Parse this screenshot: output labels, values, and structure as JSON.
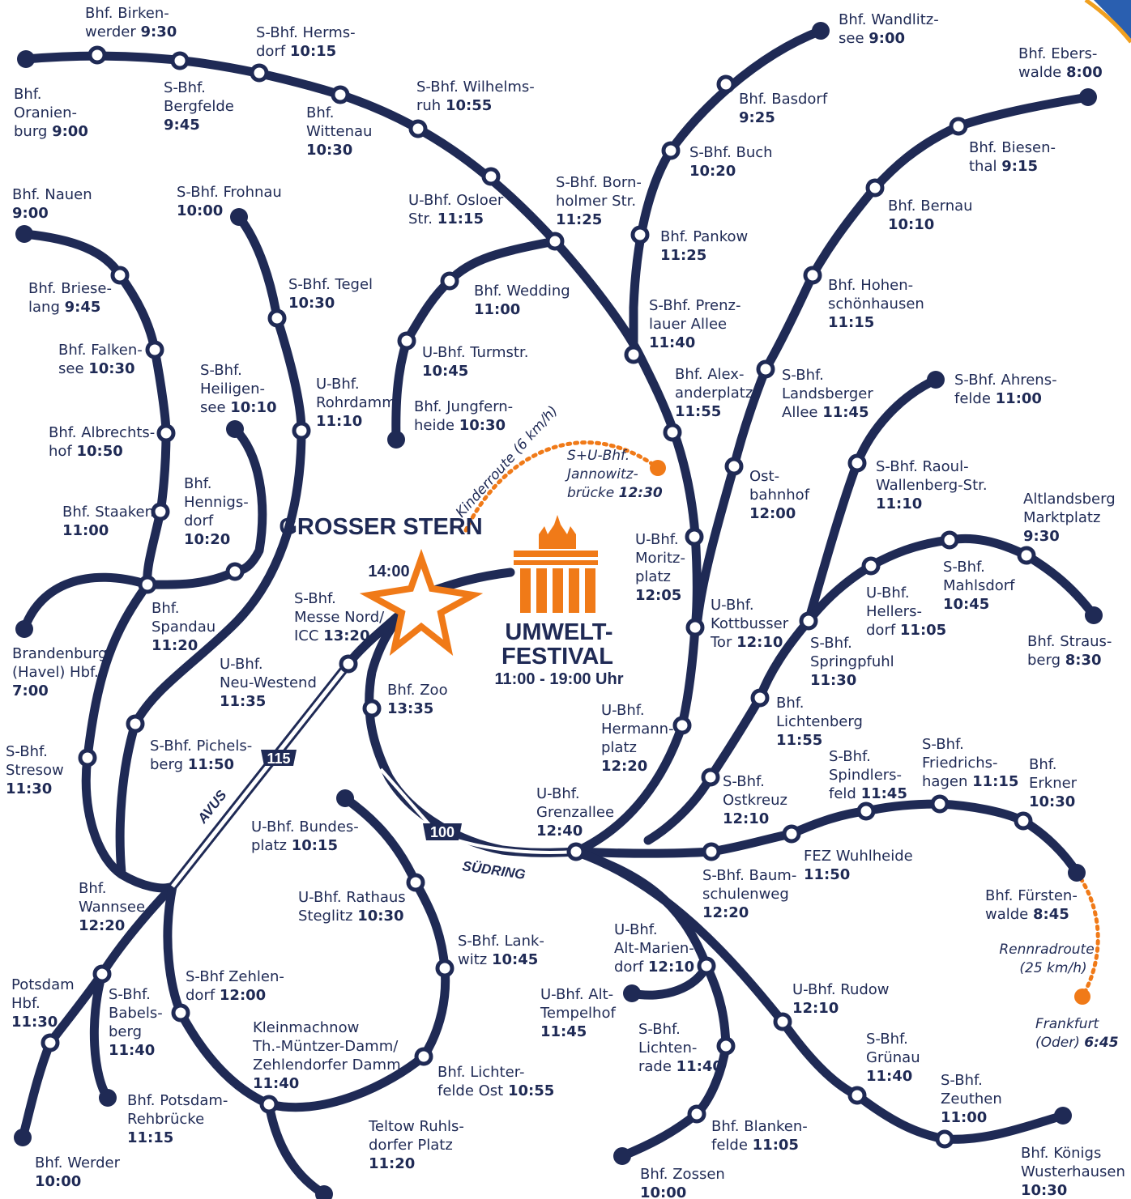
{
  "event": {
    "start_name": "GROSSER STERN",
    "start_time": "14:00",
    "festival_line1": "UMWELT-",
    "festival_line2": "FESTIVAL",
    "hours": "11:00 - 19:00 Uhr"
  },
  "routes": {
    "kinderroute": "Kinderroute (6 km/h)",
    "rennradroute_line1": "Rennradroute",
    "rennradroute_line2": "(25 km/h)",
    "avus": "AVUS",
    "avus_shield": "115",
    "suedring": "SÜDRING",
    "suedring_shield": "100"
  },
  "stations": {
    "oranienburg": [
      "Bhf.",
      "Oranien-",
      "burg 9:00"
    ],
    "birkenwerder": [
      "Bhf. Birken-",
      "werder 9:30"
    ],
    "bergfelde": [
      "S-Bhf.",
      "Bergfelde",
      "9:45"
    ],
    "hermsdorf": [
      "S-Bhf. Herms-",
      "dorf 10:15"
    ],
    "wittenau": [
      "Bhf.",
      "Wittenau",
      "10:30"
    ],
    "wilhelmsruh": [
      "S-Bhf. Wilhelms-",
      "ruh 10:55"
    ],
    "osloer": [
      "U-Bhf. Osloer",
      "Str. 11:15"
    ],
    "bornholmer": [
      "S-Bhf. Born-",
      "holmer Str.",
      "11:25"
    ],
    "wandlitzsee": [
      "Bhf. Wandlitz-",
      "see 9:00"
    ],
    "basdorf": [
      "Bhf. Basdorf",
      "9:25"
    ],
    "buch": [
      "S-Bhf. Buch",
      "10:20"
    ],
    "pankow": [
      "Bhf. Pankow",
      "11:25"
    ],
    "prenzlauer": [
      "S-Bhf. Prenz-",
      "lauer Allee",
      "11:40"
    ],
    "eberswalde": [
      "Bhf. Ebers-",
      "walde 8:00"
    ],
    "biesenthal": [
      "Bhf. Biesen-",
      "thal 9:15"
    ],
    "bernau": [
      "Bhf. Bernau",
      "10:10"
    ],
    "hohenschoenhausen": [
      "Bhf. Hohen-",
      "schönhausen",
      "11:15"
    ],
    "landsberger": [
      "S-Bhf.",
      "Landsberger",
      "Allee 11:45"
    ],
    "alexanderplatz": [
      "Bhf. Alex-",
      "anderplatz",
      "11:55"
    ],
    "nauen": [
      "Bhf. Nauen",
      "9:00"
    ],
    "brieselang": [
      "Bhf. Briese-",
      "lang 9:45"
    ],
    "falkensee": [
      "Bhf. Falken-",
      "see 10:30"
    ],
    "albrechtshof": [
      "Bhf. Albrechts-",
      "hof 10:50"
    ],
    "staaken": [
      "Bhf. Staaken",
      "11:00"
    ],
    "frohnau": [
      "S-Bhf. Frohnau",
      "10:00"
    ],
    "tegel": [
      "S-Bhf. Tegel",
      "10:30"
    ],
    "heiligensee": [
      "S-Bhf.",
      "Heiligen-",
      "see 10:10"
    ],
    "hennigsdorf": [
      "Bhf.",
      "Hennigs-",
      "dorf",
      "10:20"
    ],
    "rohrdamm": [
      "U-Bhf.",
      "Rohrdamm",
      "11:10"
    ],
    "wedding": [
      "Bhf. Wedding",
      "11:00"
    ],
    "turmstr": [
      "U-Bhf. Turmstr.",
      "10:45"
    ],
    "jungfernheide": [
      "Bhf. Jungfern-",
      "heide 10:30"
    ],
    "jannowitz": [
      "S+U-Bhf.",
      "Jannowitz-",
      "brücke 12:30"
    ],
    "ahrensfelde": [
      "S-Bhf. Ahrens-",
      "felde 11:00"
    ],
    "raoul": [
      "S-Bhf. Raoul-",
      "Wallenberg-Str.",
      "11:10"
    ],
    "ostbahnhof": [
      "Ost-",
      "bahnhof",
      "12:00"
    ],
    "moritzplatz": [
      "U-Bhf.",
      "Moritz-",
      "platz",
      "12:05"
    ],
    "kottbusser": [
      "U-Bhf.",
      "Kottbusser",
      "Tor 12:10"
    ],
    "altlandsberg": [
      "Altlandsberg",
      "Marktplatz",
      "9:30"
    ],
    "mahlsdorf": [
      "S-Bhf.",
      "Mahlsdorf",
      "10:45"
    ],
    "hellersdorf": [
      "U-Bhf.",
      "Hellers-",
      "dorf 11:05"
    ],
    "strausberg": [
      "Bhf. Straus-",
      "berg 8:30"
    ],
    "springpfuhl": [
      "S-Bhf.",
      "Springpfuhl",
      "11:30"
    ],
    "lichtenberg": [
      "Bhf.",
      "Lichtenberg",
      "11:55"
    ],
    "brandenburg": [
      "Brandenburg",
      "(Havel) Hbf.",
      "7:00"
    ],
    "spandau": [
      "Bhf.",
      "Spandau",
      "11:20"
    ],
    "messe": [
      "S-Bhf.",
      "Messe Nord/",
      "ICC 13:20"
    ],
    "neuwestend": [
      "U-Bhf.",
      "Neu-Westend",
      "11:35"
    ],
    "zoo": [
      "Bhf. Zoo",
      "13:35"
    ],
    "hermannplatz": [
      "U-Bhf.",
      "Hermann-",
      "platz",
      "12:20"
    ],
    "stresow": [
      "S-Bhf.",
      "Stresow",
      "11:30"
    ],
    "pichelsberg": [
      "S-Bhf. Pichels-",
      "berg 11:50"
    ],
    "ostkreuz": [
      "S-Bhf.",
      "Ostkreuz",
      "12:10"
    ],
    "spindlersfeld": [
      "S-Bhf.",
      "Spindlers-",
      "feld 11:45"
    ],
    "friedrichshagen": [
      "S-Bhf.",
      "Friedrichs-",
      "hagen 11:15"
    ],
    "erkner": [
      "Bhf.",
      "Erkner",
      "10:30"
    ],
    "bundesplatz": [
      "U-Bhf. Bundes-",
      "platz 10:15"
    ],
    "grenzallee": [
      "U-Bhf.",
      "Grenzallee",
      "12:40"
    ],
    "baumschulenweg": [
      "S-Bhf. Baum-",
      "schulenweg",
      "12:20"
    ],
    "fez": [
      "FEZ Wuhlheide",
      "11:50"
    ],
    "fuerstenwalde": [
      "Bhf. Fürsten-",
      "walde 8:45"
    ],
    "wannsee": [
      "Bhf.",
      "Wannsee",
      "12:20"
    ],
    "rathaus_steglitz": [
      "U-Bhf. Rathaus",
      "Steglitz 10:30"
    ],
    "lankwitz": [
      "S-Bhf. Lank-",
      "witz 10:45"
    ],
    "altmariendorf": [
      "U-Bhf.",
      "Alt-Marien-",
      "dorf 12:10"
    ],
    "potsdam": [
      "Potsdam",
      "Hbf.",
      "11:30"
    ],
    "babelsberg": [
      "S-Bhf.",
      "Babels-",
      "berg",
      "11:40"
    ],
    "zehlendorf": [
      "S-Bhf  Zehlen-",
      "dorf 12:00"
    ],
    "alttempelhof": [
      "U-Bhf. Alt-",
      "Tempelhof",
      "11:45"
    ],
    "rudow": [
      "U-Bhf. Rudow",
      "12:10"
    ],
    "frankfurt": [
      "Frankfurt",
      "(Oder) 6:45"
    ],
    "kleinmachnow": [
      "Kleinmachnow",
      "Th.-Müntzer-Damm/",
      "Zehlendorfer Damm",
      "11:40"
    ],
    "lichterfelde_ost": [
      "Bhf. Lichter-",
      "felde Ost 10:55"
    ],
    "lichtenrade": [
      "S-Bhf.",
      "Lichten-",
      "rade 11:40"
    ],
    "gruenau": [
      "S-Bhf.",
      "Grünau",
      "11:40"
    ],
    "zeuthen": [
      "S-Bhf.",
      "Zeuthen",
      "11:00"
    ],
    "potsdam_rehbruecke": [
      "Bhf. Potsdam-",
      "Rehbrücke",
      "11:15"
    ],
    "werder": [
      "Bhf. Werder",
      "10:00"
    ],
    "teltow": [
      "Teltow Ruhls-",
      "dorfer Platz",
      "11:20"
    ],
    "blankenfelde": [
      "Bhf. Blanken-",
      "felde 11:05"
    ],
    "zossen": [
      "Bhf. Zossen",
      "10:00"
    ],
    "koenigs_wusterhausen": [
      "Bhf. Königs",
      "Wusterhausen",
      "10:30"
    ]
  },
  "colors": {
    "line": "#1f2a55",
    "accent": "#f07a18",
    "star": "#f07a18"
  }
}
